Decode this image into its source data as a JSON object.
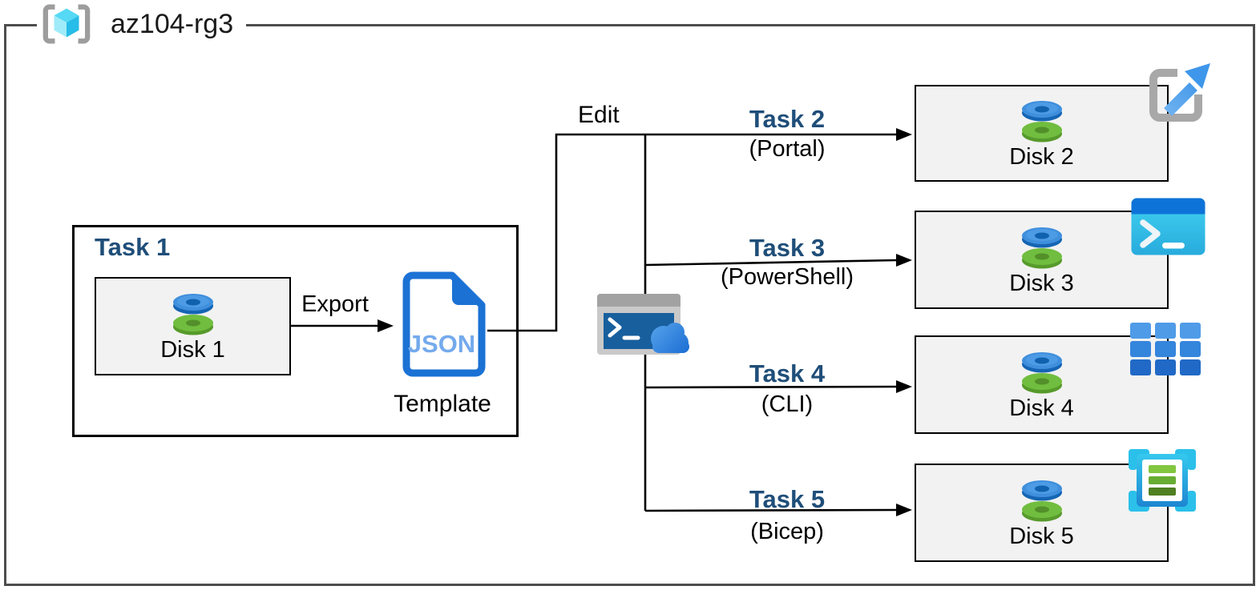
{
  "title": {
    "resource_group": "az104-rg3"
  },
  "task1": {
    "title": "Task 1",
    "disk": "Disk 1",
    "export": "Export",
    "json": "JSON",
    "template": "Template"
  },
  "edit": "Edit",
  "branches": [
    {
      "task": "Task 2",
      "method": "(Portal)",
      "disk": "Disk 2",
      "tool_icon": "portal-launch-icon"
    },
    {
      "task": "Task 3",
      "method": "(PowerShell)",
      "disk": "Disk 3",
      "tool_icon": "powershell-icon"
    },
    {
      "task": "Task 4",
      "method": "(CLI)",
      "disk": "Disk 4",
      "tool_icon": "cli-grid-icon"
    },
    {
      "task": "Task 5",
      "method": "(Bicep)",
      "disk": "Disk 5",
      "tool_icon": "bicep-template-icon"
    }
  ],
  "icons": {
    "resource_group": "resource-group-icon",
    "disk": "managed-disk-icon",
    "json_document": "json-template-icon",
    "cloud_shell": "cloud-shell-icon"
  },
  "colors": {
    "outer_border": "#4d4d4d",
    "box_border": "#000000",
    "disk_box_fill": "#f2f2f2",
    "task_title_blue": "#1f4e79",
    "azure_blue": "#1b72d4",
    "cyan_accent": "#2bc0ea",
    "disk_blue": "#3f8fdd",
    "disk_green": "#70bd3f"
  }
}
